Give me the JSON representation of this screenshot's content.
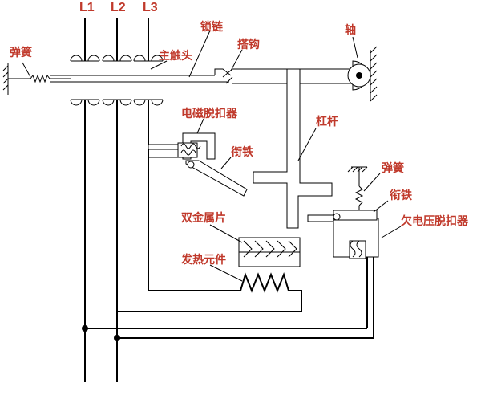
{
  "phases": [
    "L1",
    "L2",
    "L3"
  ],
  "labels": {
    "spring_left": "弹簧",
    "main_contact": "主触头",
    "lock_chain": "锁链",
    "hook": "搭钩",
    "shaft": "轴",
    "electromagnetic_release": "电磁脱扣器",
    "armature_left": "衔铁",
    "lever": "杠杆",
    "spring_right": "弹簧",
    "armature_right": "衔铁",
    "undervoltage_release": "欠电压脱扣器",
    "bimetal": "双金属片",
    "heating_element": "发热元件"
  },
  "colors": {
    "label": "#c0392b",
    "line": "#000000"
  }
}
